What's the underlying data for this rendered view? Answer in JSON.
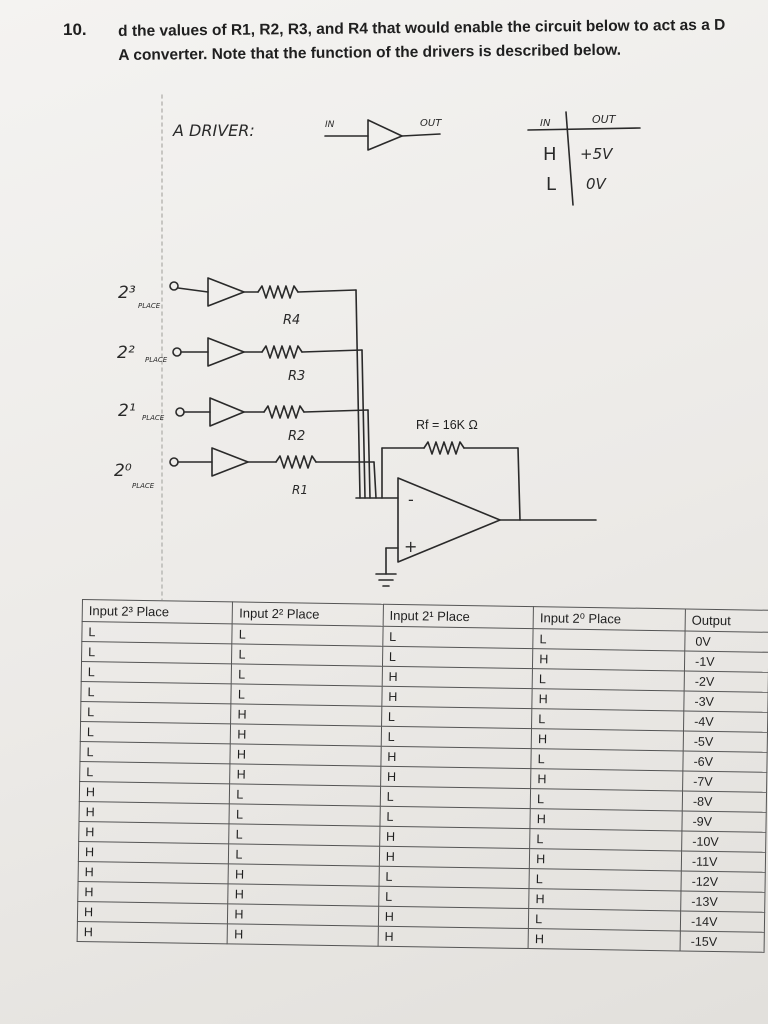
{
  "question": {
    "number": "10.",
    "line1": "d the values of R1, R2, R3, and R4 that would enable the circuit below to act as a D",
    "line2": "A converter.  Note that the function of the drivers is described below."
  },
  "driver_note": {
    "label": "A  DRIVER:",
    "in_label": "IN",
    "out_label": "OUT",
    "table_in_header": "IN",
    "table_out_header": "OUT",
    "rows": [
      {
        "in": "H",
        "out": "+5V"
      },
      {
        "in": "L",
        "out": "0V"
      }
    ]
  },
  "inputs": [
    {
      "place": "2³",
      "sub": "PLACE",
      "resistor": "R4"
    },
    {
      "place": "2²",
      "sub": "PLACE",
      "resistor": "R3"
    },
    {
      "place": "2¹",
      "sub": "PLACE",
      "resistor": "R2"
    },
    {
      "place": "2⁰",
      "sub": "PLACE",
      "resistor": "R1"
    }
  ],
  "feedback_label": "Rf = 16K Ω",
  "opamp": {
    "minus": "-",
    "plus": "+"
  },
  "table": {
    "headers": [
      "Input 2³ Place",
      "Input 2² Place",
      "Input 2¹ Place",
      "Input 2⁰ Place",
      "Output"
    ],
    "rows": [
      [
        "L",
        "L",
        "L",
        "L",
        "0V"
      ],
      [
        "L",
        "L",
        "L",
        "H",
        "-1V"
      ],
      [
        "L",
        "L",
        "H",
        "L",
        "-2V"
      ],
      [
        "L",
        "L",
        "H",
        "H",
        "-3V"
      ],
      [
        "L",
        "H",
        "L",
        "L",
        "-4V"
      ],
      [
        "L",
        "H",
        "L",
        "H",
        "-5V"
      ],
      [
        "L",
        "H",
        "H",
        "L",
        "-6V"
      ],
      [
        "L",
        "H",
        "H",
        "H",
        "-7V"
      ],
      [
        "H",
        "L",
        "L",
        "L",
        "-8V"
      ],
      [
        "H",
        "L",
        "L",
        "H",
        "-9V"
      ],
      [
        "H",
        "L",
        "H",
        "L",
        "-10V"
      ],
      [
        "H",
        "L",
        "H",
        "H",
        "-11V"
      ],
      [
        "H",
        "H",
        "L",
        "L",
        "-12V"
      ],
      [
        "H",
        "H",
        "L",
        "H",
        "-13V"
      ],
      [
        "H",
        "H",
        "H",
        "L",
        "-14V"
      ],
      [
        "H",
        "H",
        "H",
        "H",
        "-15V"
      ]
    ]
  }
}
